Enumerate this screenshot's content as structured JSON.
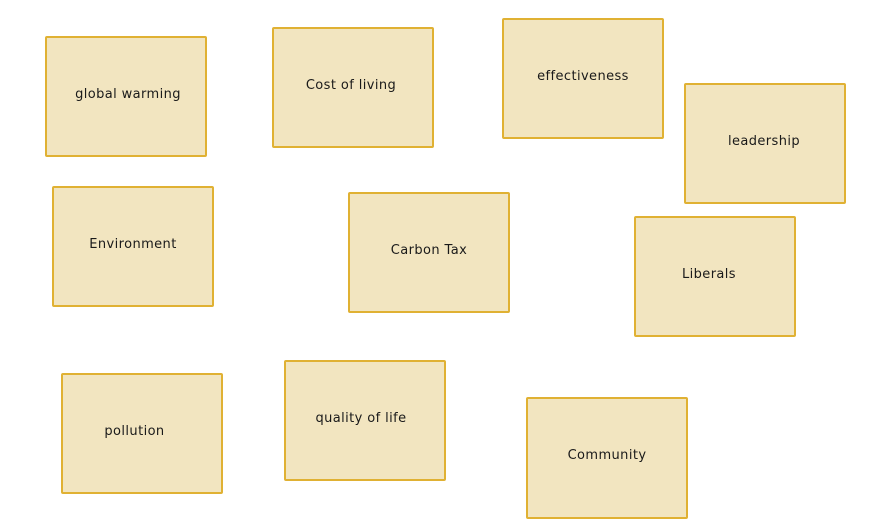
{
  "colors": {
    "note_fill": "#f2e5c0",
    "note_border": "#e0b133",
    "text": "#1a1a1a",
    "background": "#ffffff"
  },
  "notes": [
    {
      "label": "global warming"
    },
    {
      "label": "Cost of living"
    },
    {
      "label": "effectiveness"
    },
    {
      "label": "leadership"
    },
    {
      "label": "Environment"
    },
    {
      "label": "Carbon Tax"
    },
    {
      "label": "Liberals"
    },
    {
      "label": "pollution"
    },
    {
      "label": "quality of life"
    },
    {
      "label": "Community"
    }
  ]
}
